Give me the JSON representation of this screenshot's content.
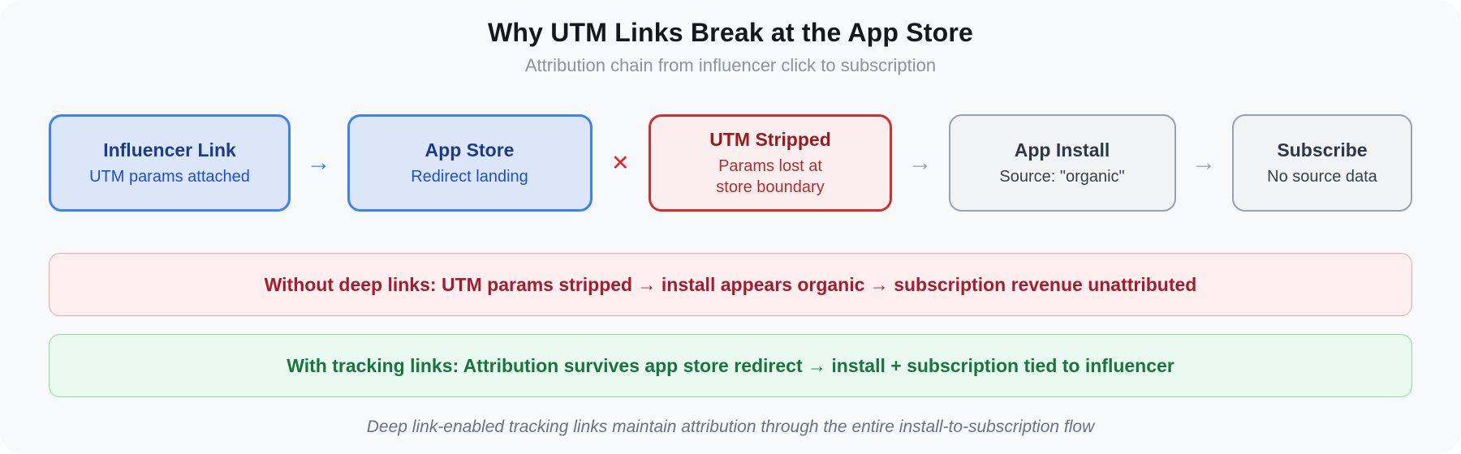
{
  "header": {
    "title": "Why UTM Links Break at the App Store",
    "subtitle": "Attribution chain from influencer click to subscription"
  },
  "flow": {
    "nodes": [
      {
        "title": "Influencer Link",
        "subtitle": "UTM params attached",
        "variant": "blue"
      },
      {
        "title": "App Store",
        "subtitle": "Redirect landing",
        "variant": "blue"
      },
      {
        "title": "UTM Stripped",
        "subtitle": "Params lost at store boundary",
        "variant": "red"
      },
      {
        "title": "App Install",
        "subtitle": "Source: \"organic\"",
        "variant": "gray"
      },
      {
        "title": "Subscribe",
        "subtitle": "No source data",
        "variant": "gray"
      }
    ],
    "connectors": [
      {
        "glyph": "→",
        "variant": "blue"
      },
      {
        "glyph": "✕",
        "variant": "red"
      },
      {
        "glyph": "→",
        "variant": "gray"
      },
      {
        "glyph": "→",
        "variant": "gray"
      }
    ]
  },
  "banners": {
    "without_deep_links": "Without deep links: UTM params stripped → install appears organic → subscription revenue unattributed",
    "with_tracking_links": "With tracking links: Attribution survives app store redirect → install + subscription tied to influencer"
  },
  "footer": {
    "note": "Deep link-enabled tracking links maintain attribution through the entire install-to-subscription flow"
  },
  "colors": {
    "card-bg": "#f8f9fa",
    "title-text": "#15181c",
    "subtitle-text": "#8e939a",
    "blue-bg": "#dbe7f9",
    "blue-border": "#3b82f6",
    "blue-title": "#1e3a8a",
    "blue-sub": "#1d4ed8",
    "red-bg": "#fbeeee",
    "red-border": "#d32f2f",
    "red-title": "#991b1b",
    "red-sub": "#b32f2f",
    "gray-bg": "#f1f3f5",
    "gray-border": "#9aa1ad",
    "gray-title": "#2e3947",
    "gray-sub": "#36404e",
    "conn-blue": "#3b82f6",
    "conn-red": "#d92b2b",
    "conn-gray": "#9aa2ab",
    "banner-red-bg": "#fdefef",
    "banner-red-border": "#ecabab",
    "banner-red-text": "#a51c2c",
    "banner-green-bg": "#eafaf0",
    "banner-green-border": "#8fd9a8",
    "banner-green-text": "#17753f",
    "footer-text": "#6b7280"
  }
}
